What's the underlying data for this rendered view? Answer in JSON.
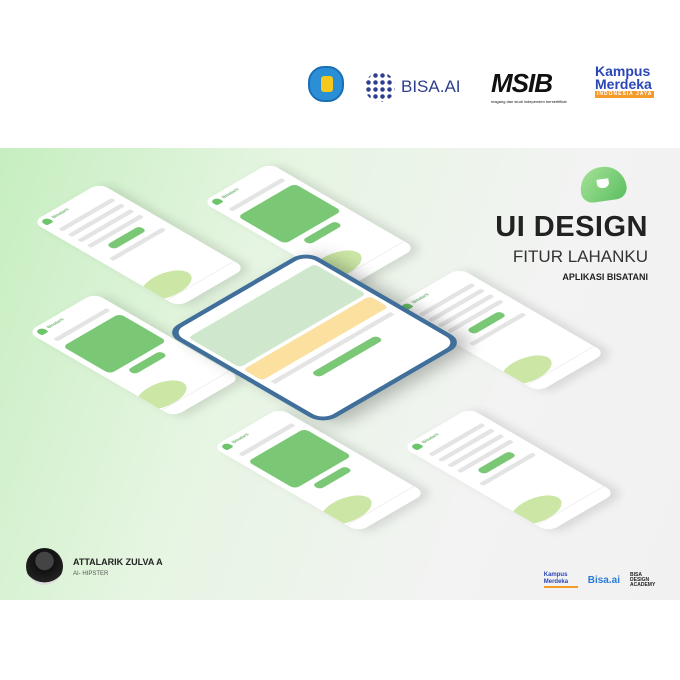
{
  "logos": {
    "bisa": "BISA.AI",
    "msib": "MSIB",
    "msib_tagline": "magang dan studi independen bersertifikat",
    "kampus_merdeka": [
      "Kampus",
      "Merdeka"
    ],
    "kampus_tagline": "INDONESIA JAYA"
  },
  "hero": {
    "title": "UI DESIGN",
    "subtitle": "FITUR LAHANKU",
    "app": "APLIKASI BISATANI"
  },
  "phone": {
    "app_name": "Bisatani"
  },
  "author": {
    "name": "ATTALARIK ZULVA A",
    "role": "AI- HIPSTER"
  },
  "footer_logos": {
    "kampus": "Kampus Merdeka",
    "bisa": "Bisa.ai",
    "academy": "BISA DESIGN ACADEMY"
  },
  "colors": {
    "accent": "#7ac876",
    "title": "#222222"
  }
}
